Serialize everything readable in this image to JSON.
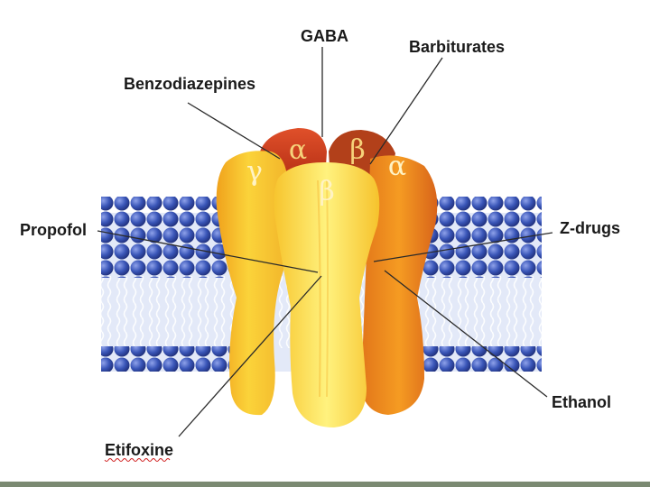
{
  "labels": {
    "gaba": "GABA",
    "barbiturates": "Barbiturates",
    "benzodiazepines": "Benzodiazepines",
    "propofol": "Propofol",
    "z_drugs": "Z-drugs",
    "ethanol": "Ethanol",
    "etifoxine": "Etifoxine"
  },
  "subunits": {
    "alpha_left": "α",
    "beta_back": "β",
    "alpha_right": "α",
    "gamma": "γ",
    "beta_front": "β"
  },
  "colors": {
    "membrane_head": "#3a56b8",
    "membrane_band": "#dde4f6",
    "subunit_dark": "#c8391a",
    "subunit_orange": "#f08a1a",
    "subunit_yellow": "#fbd33a",
    "subunit_pale": "#fff07a"
  }
}
